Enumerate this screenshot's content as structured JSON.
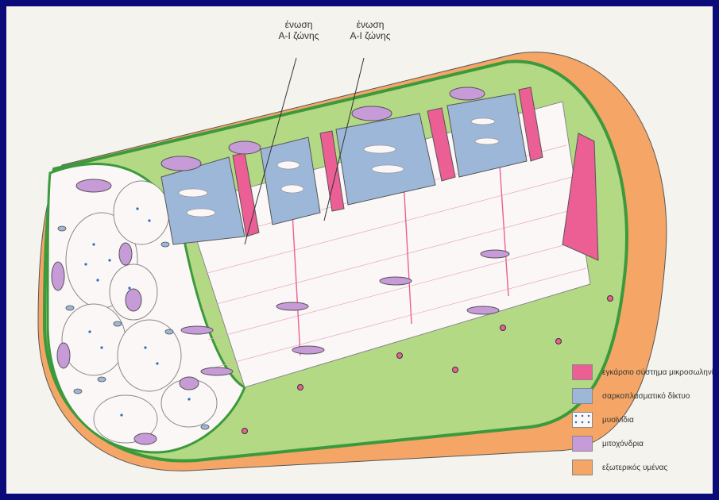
{
  "callouts": [
    {
      "line1": "ένωση",
      "line2": "Α-Ι ζώνης"
    },
    {
      "line1": "ένωση",
      "line2": "Α-Ι ζώνης"
    }
  ],
  "legend": [
    {
      "label": "εγκάρσιο σύστημα μικροσωληνίσκων",
      "color": "#ec5f94",
      "icon": "pink-swatch"
    },
    {
      "label": "σαρκοπλασματικό δίκτυο",
      "color": "#9db7d9",
      "icon": "blue-swatch"
    },
    {
      "label": "μυοϊνίδια",
      "color": "#fbf7f7",
      "icon": "dotted-swatch"
    },
    {
      "label": "μιτοχόνδρια",
      "color": "#c79ad8",
      "icon": "purple-swatch"
    },
    {
      "label": "εξωτερικός υμένας",
      "color": "#f5a667",
      "icon": "orange-swatch"
    }
  ],
  "colors": {
    "frame": "#0a0a7a",
    "background": "#f4f3ee",
    "membrane_orange": "#f5a667",
    "membrane_green": "#3c9a3c",
    "fiber_green": "#b3d985",
    "myofibril": "#fbf7f7",
    "t_tubule_pink": "#ec5f94",
    "reticulum_blue": "#9db7d9",
    "mitochondria_purple": "#c79ad8",
    "dot_blue": "#2b6ac3"
  }
}
